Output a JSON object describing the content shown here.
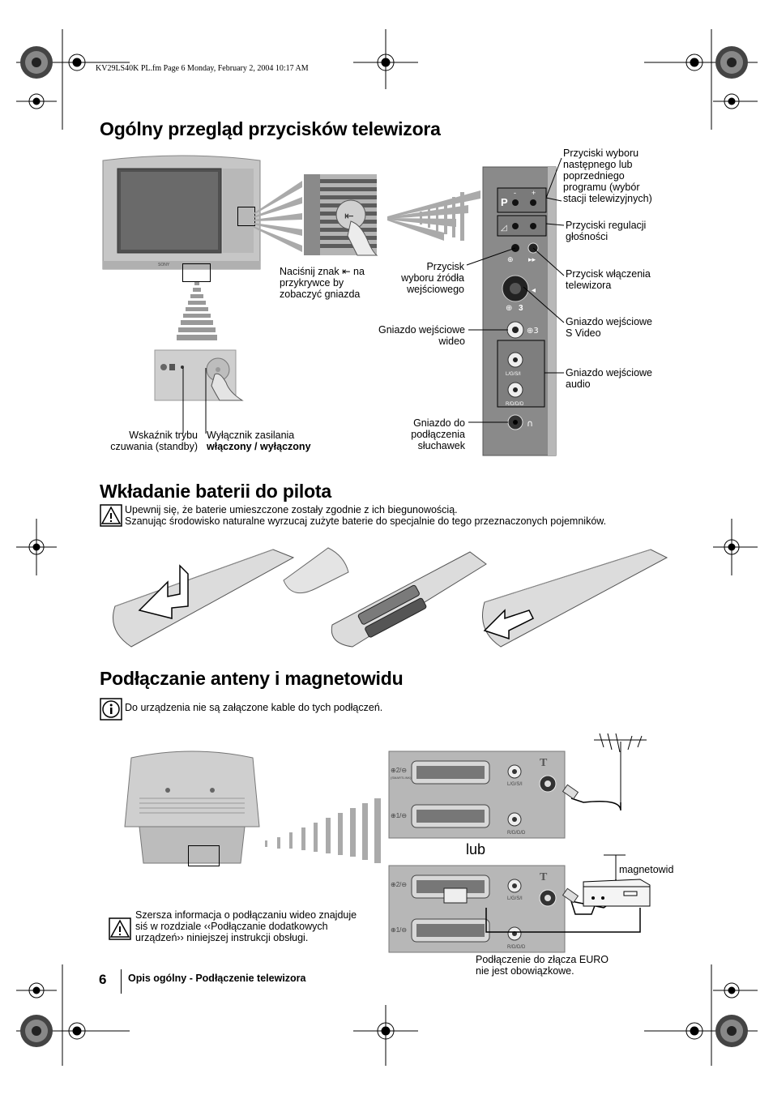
{
  "header": {
    "file_info": "KV29LS40K PL.fm  Page 6  Monday, February 2, 2004  10:17 AM"
  },
  "section1": {
    "title": "Ogólny przegląd przycisków telewizora",
    "press_note": [
      "Naciśnij znak ⇤ na",
      "przykrywce by",
      "zobaczyć gniazda"
    ],
    "labels": {
      "prog_buttons": [
        "Przyciski wyboru",
        "następnego lub",
        "poprzedniego",
        "programu (wybór",
        "stacji telewizyjnych)"
      ],
      "volume_buttons": [
        "Przyciski regulacji",
        "głośności"
      ],
      "tv_on_button": [
        "Przycisk włączenia",
        "telewizora"
      ],
      "source_button": [
        "Przycisk",
        "wyboru źródła",
        "wejściowego"
      ],
      "svideo_input": [
        "Gniazdo wejściowe",
        "S Video"
      ],
      "video_input": [
        "Gniazdo wejściowe",
        "wideo"
      ],
      "audio_input": [
        "Gniazdo wejściowe",
        "audio"
      ],
      "headphones": [
        "Gniazdo do",
        "podłączenia",
        "słuchawek"
      ],
      "standby": [
        "Wskaźnik trybu",
        "czuwania (standby)"
      ],
      "power_switch_line1": "Wyłącznik zasilania",
      "power_switch_line2": "włączony / wyłączony"
    },
    "panel_marks": {
      "p": "P",
      "minus": "-",
      "plus": "+",
      "av3": "3",
      "lgs": "L/G/S/I",
      "rdd": "R/D/D/D"
    }
  },
  "section2": {
    "title": "Wkładanie baterii do pilota",
    "warning": [
      "Upewnij się, że baterie umieszczone zostały zgodnie z ich biegunowością.",
      "Szanując środowisko naturalne wyrzucaj zużyte baterie do specjalnie do tego przeznaczonych pojemników."
    ]
  },
  "section3": {
    "title": "Podłączanie anteny i magnetowidu",
    "info": "Do urządzenia nie są załączone kable do tych podłączeń.",
    "lub": "lub",
    "vcr": "magnetowid",
    "euro_note": [
      "Podłączenie do złącza EURO",
      "nie jest obowiązkowe."
    ],
    "more_info": [
      "Szersza informacja o podłączaniu wideo znajduje",
      "siś w rozdziale ‹‹Podłączanie dodatkowych",
      "urządzeń›› niniejszej instrukcji obsługi."
    ],
    "panel_marks": {
      "scart2": "⊕2/⊖",
      "scart1": "⊕1/⊖",
      "smartlink": "(SMARTLINK)",
      "lgs": "L/G/S/I",
      "rdd": "R/D/D/D",
      "t": "T"
    }
  },
  "footer": {
    "page_number": "6",
    "text": "Opis ogólny  -  Podłączenie telewizora"
  },
  "colors": {
    "panel": "#8a8a8a",
    "panel_dark": "#6f6f6f",
    "tv_frame": "#c8c8c8",
    "screen": "#5a5a5a",
    "remote": "#d9d9d9"
  }
}
